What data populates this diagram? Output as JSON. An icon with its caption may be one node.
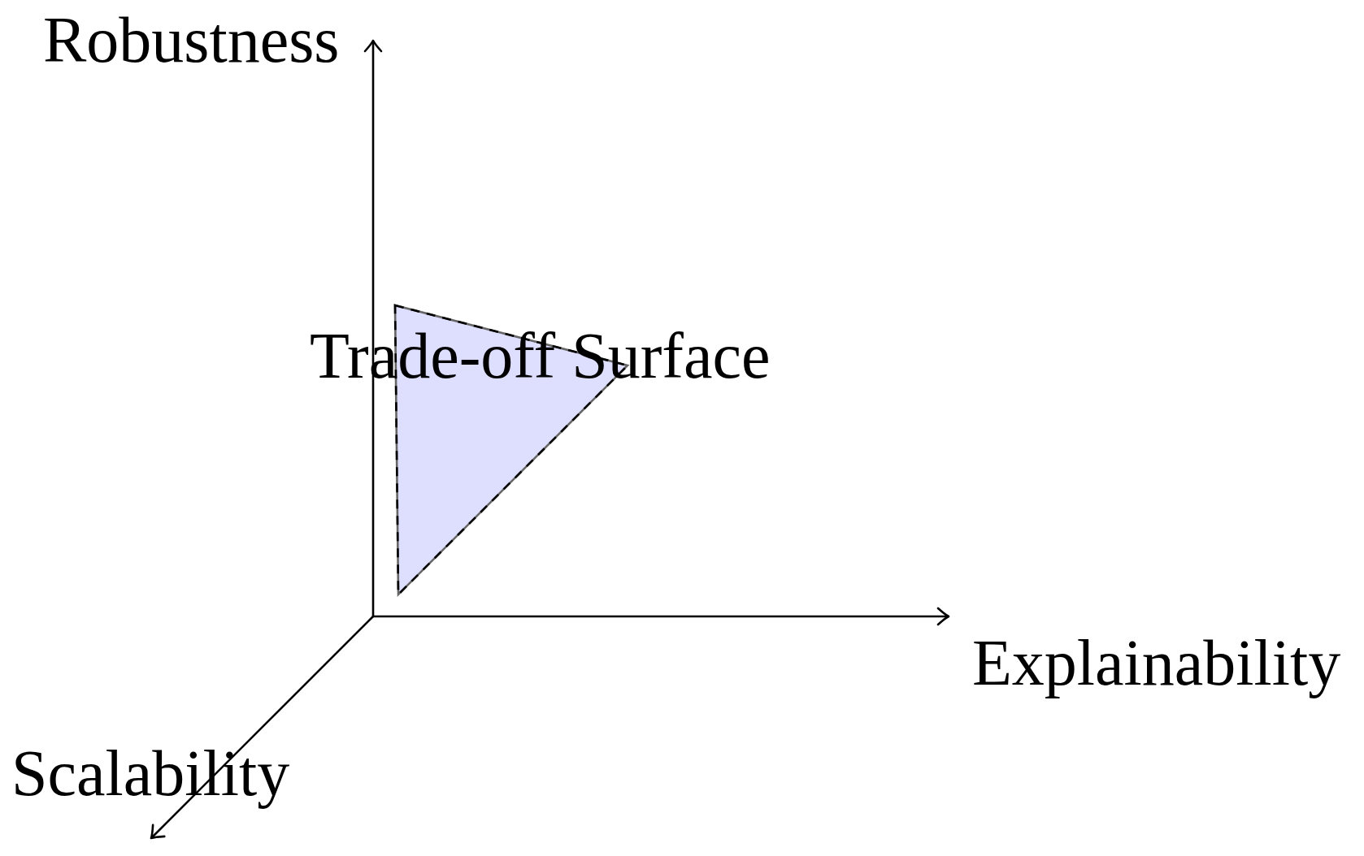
{
  "diagram": {
    "nodes": [
      {
        "text": [
          "Trade-off Surface"
        ]
      }
    ],
    "labels": [
      "Robustness",
      "Explainability",
      "Scalability"
    ]
  }
}
